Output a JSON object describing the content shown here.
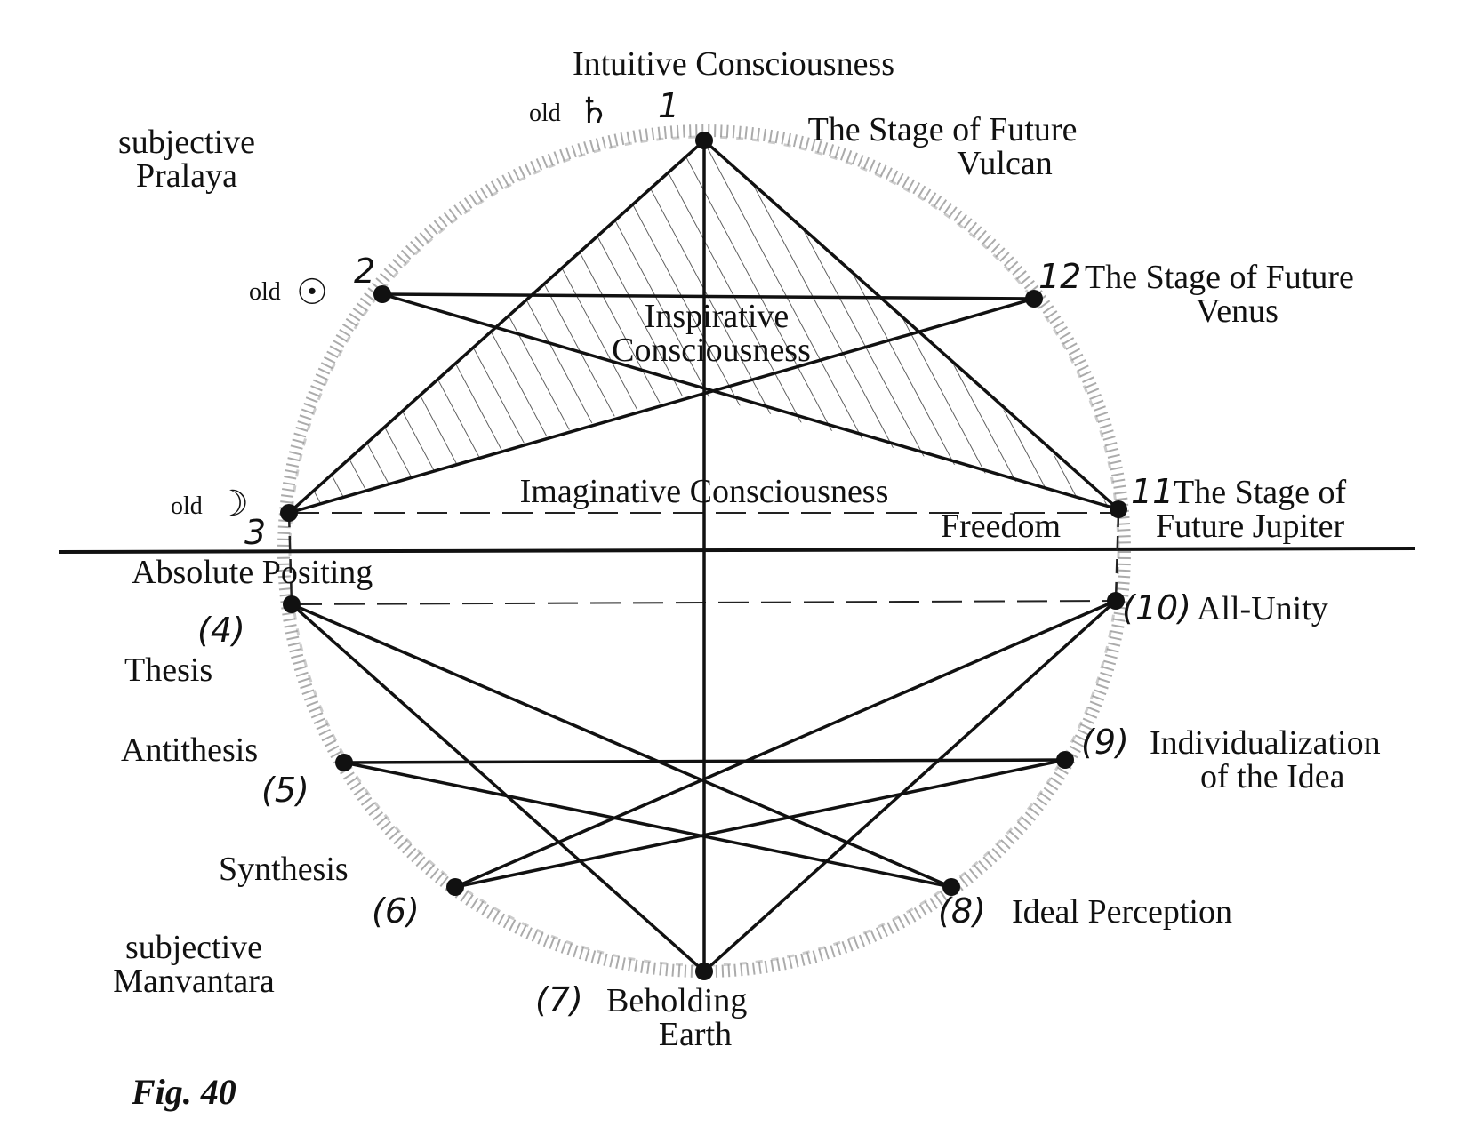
{
  "diagram": {
    "top_label": "Intuitive Consciousness",
    "middle_label": "Inspirative Consciousness",
    "lower_label": "Imaginative Consciousness",
    "caption": "Fig. 40",
    "corner_labels": {
      "subjective_pralaya": [
        "subjective",
        "Pralaya"
      ],
      "subjective_manvantara": [
        "subjective",
        "Manvantara"
      ]
    },
    "old_prefix": "old",
    "points": {
      "p1": {
        "number": "1",
        "symbol": "♄"
      },
      "p2": {
        "number": "2",
        "symbol": "☉"
      },
      "p3": {
        "number": "3",
        "symbol": "☽"
      },
      "p4": {
        "number": "(4)",
        "lines": [
          "Absolute Positing",
          "Thesis"
        ]
      },
      "p5": {
        "number": "(5)",
        "lines": [
          "Antithesis"
        ]
      },
      "p6": {
        "number": "(6)",
        "lines": [
          "Synthesis"
        ]
      },
      "p7": {
        "number": "(7)",
        "lines": [
          "Beholding",
          "Earth"
        ]
      },
      "p8": {
        "number": "(8)",
        "lines": [
          "Ideal Perception"
        ]
      },
      "p9": {
        "number": "(9)",
        "lines": [
          "Individualization",
          "of the Idea"
        ]
      },
      "p10": {
        "number": "(10)",
        "lines": [
          "All-Unity"
        ]
      },
      "p11": {
        "number": "11",
        "lines": [
          "The Stage of",
          "Future Jupiter",
          "Freedom"
        ]
      },
      "p12": {
        "number": "12",
        "lines": [
          "The Stage of Future",
          "Venus"
        ]
      },
      "vulcan": {
        "lines": [
          "The Stage of Future",
          "Vulcan"
        ]
      }
    }
  }
}
